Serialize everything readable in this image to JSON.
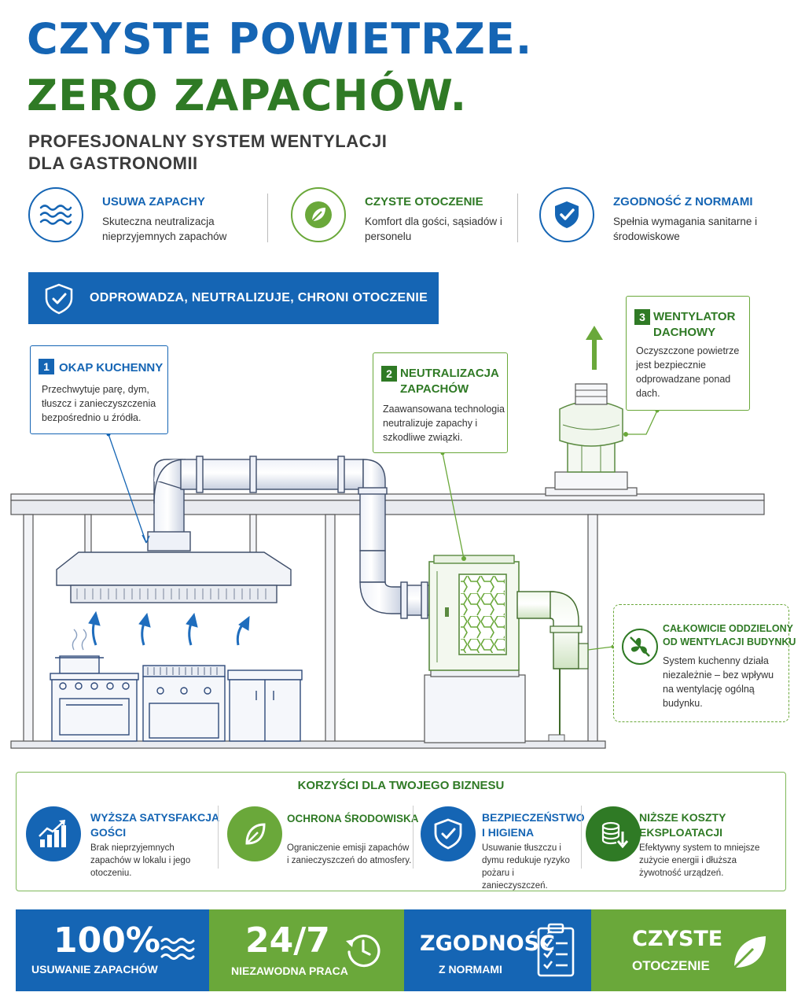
{
  "headline": {
    "line1": "CZYSTE POWIETRZE.",
    "line2": "ZERO ZAPACHÓW.",
    "subtitle_line1": "PROFESJONALNY SYSTEM WENTYLACJI",
    "subtitle_line2": "DLA GASTRONOMII"
  },
  "features": [
    {
      "title": "USUWA ZAPACHY",
      "desc": "Skuteczna neutralizacja nieprzyjemnych zapachów",
      "icon": "waves-icon"
    },
    {
      "title": "CZYSTE OTOCZENIE",
      "desc": "Komfort dla gości, sąsiadów i personelu",
      "icon": "leaf-icon"
    },
    {
      "title": "ZGODNOŚĆ Z NORMAMI",
      "desc": "Spełnia wymagania sanitarne i środowiskowe",
      "icon": "shield-check-icon"
    }
  ],
  "banner": {
    "text": "ODPROWADZA, NEUTRALIZUJE, CHRONI OTOCZENIE",
    "icon": "shield-check-icon"
  },
  "callouts": {
    "hood": {
      "number": "1",
      "title": "OKAP KUCHENNY",
      "desc": "Przechwytuje parę, dym, tłuszcz i zanieczyszczenia bezpośrednio u źródła."
    },
    "filter": {
      "number": "2",
      "title_line1": "NEUTRALIZACJA",
      "title_line2": "ZAPACHÓW",
      "desc": "Zaawansowana technologia neutralizuje zapachy i szkodliwe związki."
    },
    "fan": {
      "number": "3",
      "title_line1": "WENTYLATOR",
      "title_line2": "DACHOWY",
      "desc": "Oczyszczone powietrze jest bezpiecznie odprowadzane ponad dach."
    },
    "separate": {
      "title_line1": "CAŁKOWICIE ODDZIELONY",
      "title_line2": "OD WENTYLACJI BUDYNKU",
      "desc": "System kuchenny działa niezależnie – bez wpływu na wentylację ogólną budynku.",
      "icon": "no-fan-icon"
    }
  },
  "benefits": {
    "title": "KORZYŚCI DLA TWOJEGO BIZNESU",
    "items": [
      {
        "title_line1": "WYŻSZA SATYSFAKCJA",
        "title_line2": "GOŚCI",
        "desc": "Brak nieprzyjemnych zapachów w lokalu i jego otoczeniu.",
        "icon": "growth-chart-icon"
      },
      {
        "title_line1": "OCHRONA ŚRODOWISKA",
        "title_line2": "",
        "desc": "Ograniczenie emisji zapachów i zanieczyszczeń do atmosfery.",
        "icon": "leaf-icon"
      },
      {
        "title_line1": "BEZPIECZEŃSTWO",
        "title_line2": "I HIGIENA",
        "desc": "Usuwanie tłuszczu i dymu redukuje ryzyko pożaru i zanieczyszczeń.",
        "icon": "shield-check-icon"
      },
      {
        "title_line1": "NIŻSZE KOSZTY",
        "title_line2": "EKSPLOATACJI",
        "desc": "Efektywny system to mniejsze zużycie energii i dłuższa żywotność urządzeń.",
        "icon": "coins-down-icon"
      }
    ]
  },
  "stats": [
    {
      "big": "100%",
      "small": "USUWANIE ZAPACHÓW",
      "icon": "waves-icon",
      "color": "#1565b4"
    },
    {
      "big": "24/7",
      "small": "NIEZAWODNA PRACA",
      "icon": "clock-icon",
      "color": "#6aa83a"
    },
    {
      "big": "ZGODNOŚĆ",
      "small": "Z NORMAMI",
      "icon": "checklist-icon",
      "color": "#1565b4"
    },
    {
      "big": "CZYSTE",
      "small": "OTOCZENIE",
      "icon": "leaf-icon",
      "color": "#6aa83a"
    }
  ],
  "colors": {
    "blue": "#1565b4",
    "green": "#2f7a25",
    "light_green": "#6aa83a"
  }
}
